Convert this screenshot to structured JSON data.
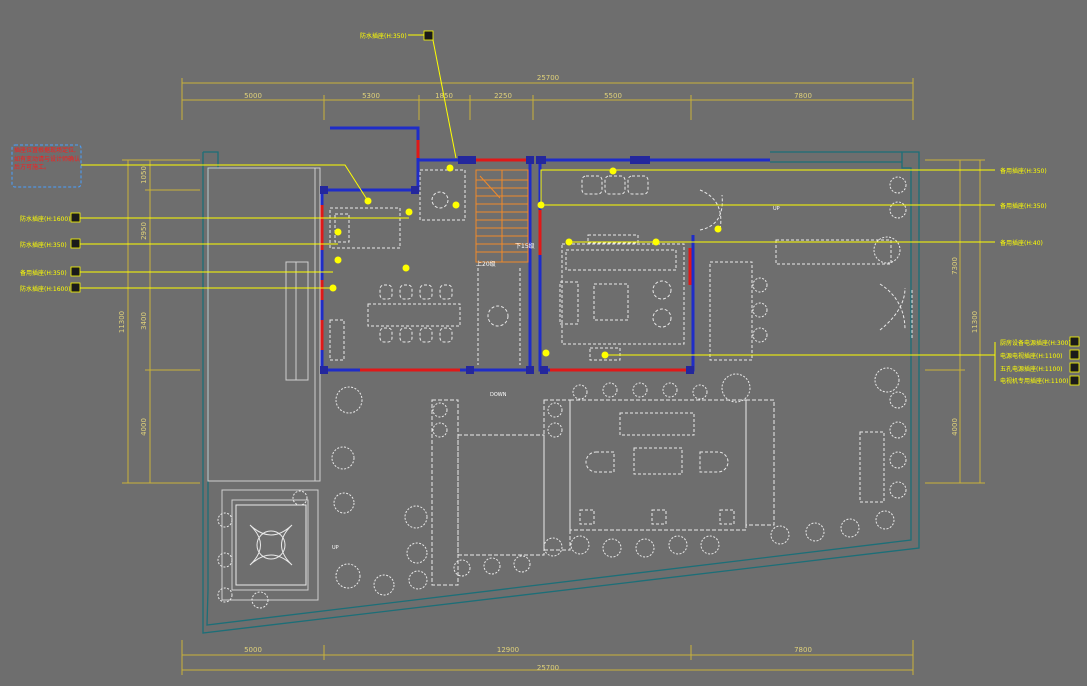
{
  "colors": {
    "background": "#6e6e6e",
    "dimension": "#c9b23a",
    "annotation": "#ffff00",
    "wall": "#1f2cc8",
    "wall_red": "#e01818",
    "stair": "#f08a2a",
    "outline": "#1c6f78",
    "drawing": "#e9e9e9",
    "note_red": "#ff1a1a"
  },
  "dimensions": {
    "top_total": "25700",
    "top": [
      "5000",
      "5300",
      "1850",
      "2250",
      "5500",
      "7800"
    ],
    "bottom": [
      "5000",
      "12900",
      "7800"
    ],
    "bottom_total": "25700",
    "left": [
      "1050",
      "2950",
      "3400",
      "4000"
    ],
    "left_total": "11300",
    "right": [
      "7300",
      "4000"
    ],
    "right_total": "11300"
  },
  "labels": {
    "top": "防水插座(H:350)",
    "left": [
      "防水插座(H:1600)",
      "防水插座(H:350)",
      "备用插座(H:350)",
      "防水插座(H:1600)"
    ],
    "right": [
      "备用插座(H:350)",
      "备用插座(H:350)",
      "备用插座(H:40)"
    ],
    "right_group": [
      "厨房设备电源插座(H:300)",
      "电源电视插座(H:1100)",
      "五孔电源插座(H:1100)",
      "电视机专用插座(H:1100)"
    ],
    "note": "插座位置根据现场定位, 如有变动请与设计师确认后方可施工。",
    "stair_down": "下15级",
    "stair_up": "上20级",
    "up": "UP",
    "down": "DOWN"
  }
}
